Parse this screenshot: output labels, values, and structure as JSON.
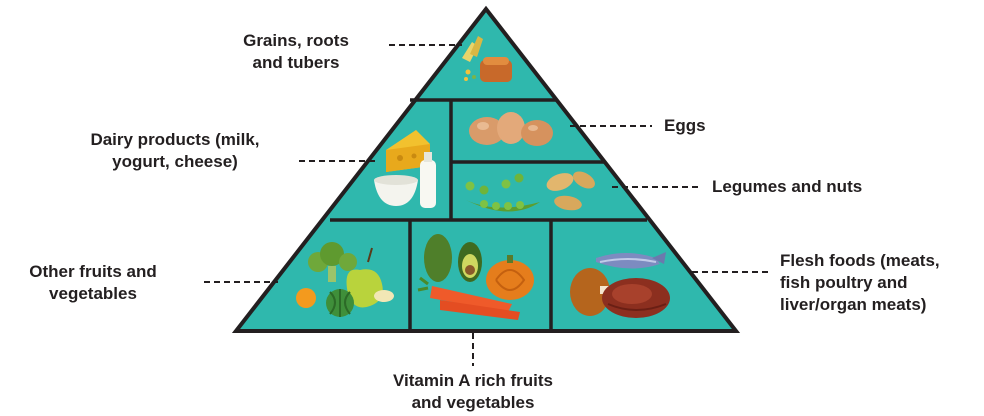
{
  "labels": {
    "grains": [
      "Grains, roots",
      "and tubers"
    ],
    "eggs": [
      "Eggs"
    ],
    "dairy": [
      "Dairy products (milk,",
      "yogurt, cheese)"
    ],
    "legumes": [
      "Legumes and nuts"
    ],
    "fruits": [
      "Other fruits and",
      "vegetables"
    ],
    "flesh": [
      "Flesh foods (meats,",
      "fish poultry and",
      "liver/organ meats)"
    ],
    "vitamin_a": [
      "Vitamin A rich fruits",
      "and vegetables"
    ]
  },
  "icons": {
    "grains": "bread-and-grain-icon",
    "eggs": "eggs-icon",
    "dairy": "cheese-milk-icon",
    "legumes": "peas-and-peanuts-icon",
    "fruits": "pear-broccoli-watermelon-icon",
    "vitamin_a": "avocado-carrot-pumpkin-icon",
    "flesh": "meat-and-fish-icon"
  },
  "colors": {
    "pyramid_fill": "#2fb8ad",
    "pyramid_stroke": "#231f20",
    "leader": "#231f20",
    "text": "#231f20"
  }
}
